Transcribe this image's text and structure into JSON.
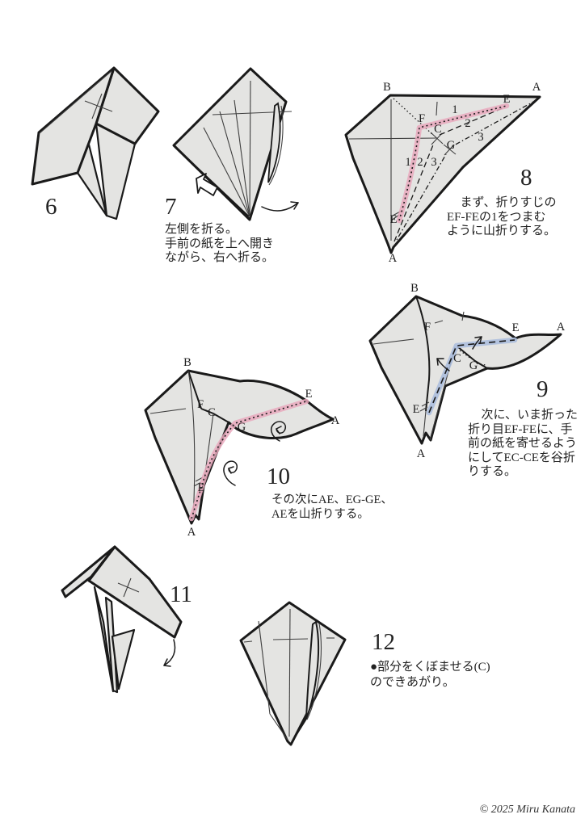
{
  "colors": {
    "paper": "#e4e4e2",
    "ink": "#1a1a1a",
    "crease": "#3f3f3f",
    "pink": "#e9a9bd",
    "blue": "#a9bcdd"
  },
  "steps": {
    "s6": {
      "number": "6"
    },
    "s7": {
      "number": "7",
      "caption": "左側を折る。\n手前の紙を上へ開き\nながら、右へ折る。"
    },
    "s8": {
      "number": "8",
      "caption": "まず、折りすじの\nEF-FEの1をつまむ\nように山折りする。"
    },
    "s9": {
      "number": "9",
      "caption": "次に、いま折った\n折り目EF-FEに、手\n前の紙を寄せるよう\nにしてEC-CEを谷折\nりする。"
    },
    "s10": {
      "number": "10",
      "caption": "その次にAE、EG-GE、\nAEを山折りする。"
    },
    "s11": {
      "number": "11"
    },
    "s12": {
      "number": "12",
      "caption": "●部分をくぼませる(C)\nのできあがり。"
    }
  },
  "fig8_labels": {
    "b": "B",
    "a_top": "A",
    "e_top": "E",
    "f": "F",
    "c": "C",
    "g": "G",
    "n1_top": "1",
    "n2_top": "2",
    "n3_top": "3",
    "n1_mid": "1",
    "n2_mid": "2",
    "n3_mid": "3",
    "e_bot": "E",
    "a_bot": "A"
  },
  "fig9_labels": {
    "b": "B",
    "f": "F",
    "e_top": "E",
    "a_right": "A",
    "c": "C",
    "g": "G",
    "e_bot": "E",
    "a_bot": "A"
  },
  "fig10_labels": {
    "b": "B",
    "f": "F",
    "c": "C",
    "g": "G",
    "e_top": "E",
    "a_right": "A",
    "e_bot": "E",
    "a_bot": "A"
  },
  "footer": {
    "copyright": "© 2025 Miru Kanata"
  }
}
